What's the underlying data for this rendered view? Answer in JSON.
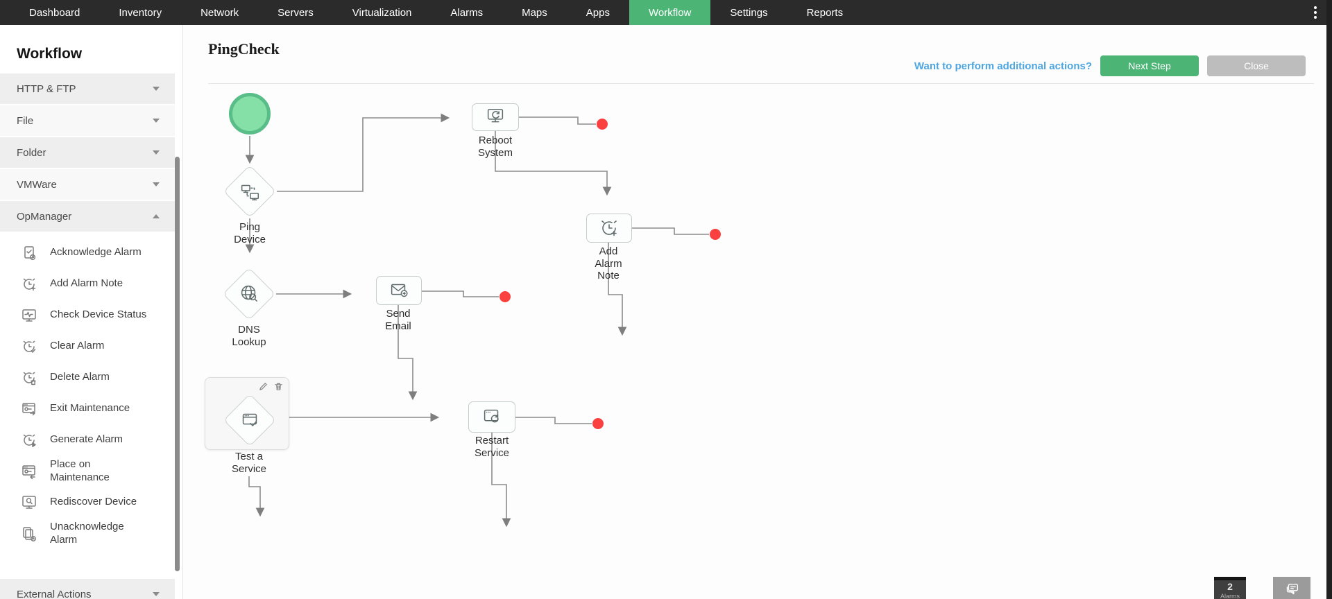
{
  "nav": {
    "items": [
      {
        "label": "Dashboard"
      },
      {
        "label": "Inventory"
      },
      {
        "label": "Network"
      },
      {
        "label": "Servers"
      },
      {
        "label": "Virtualization"
      },
      {
        "label": "Alarms"
      },
      {
        "label": "Maps"
      },
      {
        "label": "Apps"
      },
      {
        "label": "Workflow"
      },
      {
        "label": "Settings"
      },
      {
        "label": "Reports"
      }
    ],
    "active_tab": "Workflow"
  },
  "sidebar": {
    "title": "Workflow",
    "accordions": [
      {
        "label": "HTTP & FTP",
        "expanded": false
      },
      {
        "label": "File",
        "expanded": false
      },
      {
        "label": "Folder",
        "expanded": false
      },
      {
        "label": "VMWare",
        "expanded": false
      },
      {
        "label": "OpManager",
        "expanded": true
      }
    ],
    "opmanager_items": [
      {
        "label": "Acknowledge Alarm",
        "icon": "acknowledge-alarm-icon"
      },
      {
        "label": "Add Alarm Note",
        "icon": "add-alarm-note-icon"
      },
      {
        "label": "Check Device Status",
        "icon": "check-device-status-icon"
      },
      {
        "label": "Clear Alarm",
        "icon": "clear-alarm-icon"
      },
      {
        "label": "Delete Alarm",
        "icon": "delete-alarm-icon"
      },
      {
        "label": "Exit Maintenance",
        "icon": "exit-maintenance-icon"
      },
      {
        "label": "Generate Alarm",
        "icon": "generate-alarm-icon"
      },
      {
        "label": "Place on Maintenance",
        "icon": "place-on-maintenance-icon"
      },
      {
        "label": "Rediscover Device",
        "icon": "rediscover-device-icon"
      },
      {
        "label": "Unacknowledge Alarm",
        "icon": "unacknowledge-alarm-icon"
      }
    ],
    "footer_accordion": {
      "label": "External Actions",
      "expanded": false
    }
  },
  "header": {
    "title": "PingCheck",
    "link": "Want to perform additional actions?",
    "next_step_label": "Next Step",
    "close_label": "Close"
  },
  "workflow": {
    "nodes": {
      "start": {
        "type": "start"
      },
      "ping_device": {
        "label": "Ping Device",
        "shape": "diamond"
      },
      "reboot_system": {
        "label": "Reboot System",
        "shape": "box"
      },
      "add_alarm_note": {
        "label": "Add Alarm Note",
        "shape": "box"
      },
      "dns_lookup": {
        "label": "DNS Lookup",
        "shape": "diamond"
      },
      "send_email": {
        "label": "Send Email",
        "shape": "box"
      },
      "test_a_service": {
        "label": "Test a Service",
        "shape": "diamond"
      },
      "restart_service": {
        "label": "Restart Service",
        "shape": "box"
      }
    }
  },
  "widgets": {
    "alarm_count": "2",
    "alarm_label": "Alarms"
  },
  "colors": {
    "nav_bg": "#2b2b2b",
    "active_tab_green": "#4cb576",
    "start_node_green": "#85e0a8",
    "connector_gray": "#8b8b8b",
    "endpoint_red": "#fb4040",
    "link_blue": "#4da6e0",
    "next_step_green": "#4cb575",
    "close_gray": "#bdbdbd"
  }
}
